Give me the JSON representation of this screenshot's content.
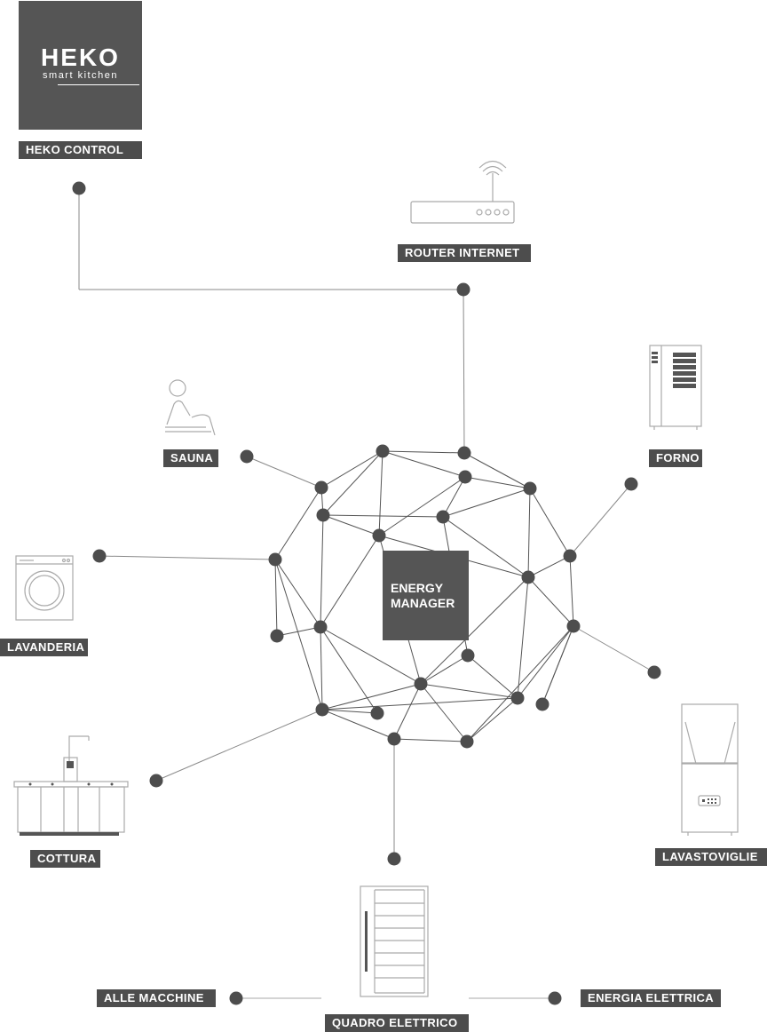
{
  "logo": {
    "brand": "HEKO",
    "tagline": "smart kitchen"
  },
  "center": {
    "line1": "ENERGY",
    "line2": "MANAGER"
  },
  "labels": {
    "heko_control": "HEKO CONTROL",
    "router": "ROUTER INTERNET",
    "sauna": "SAUNA",
    "forno": "FORNO",
    "lavanderia": "LAVANDERIA",
    "cottura": "COTTURA",
    "lavastoviglie": "LAVASTOVIGLIE",
    "alle_macchine": "ALLE MACCHINE",
    "quadro": "QUADRO ELETTRICO",
    "energia": "ENERGIA ELETTRICA"
  },
  "colors": {
    "node": "#4d4d4d",
    "label_bg": "#4d4d4d",
    "line": "#555555",
    "icon_stroke": "#aaaaaa"
  },
  "icons": [
    "wifi-router-icon",
    "sauna-icon",
    "oven-icon",
    "washing-machine-icon",
    "kitchen-cooking-icon",
    "dishwasher-icon",
    "electrical-panel-icon"
  ]
}
